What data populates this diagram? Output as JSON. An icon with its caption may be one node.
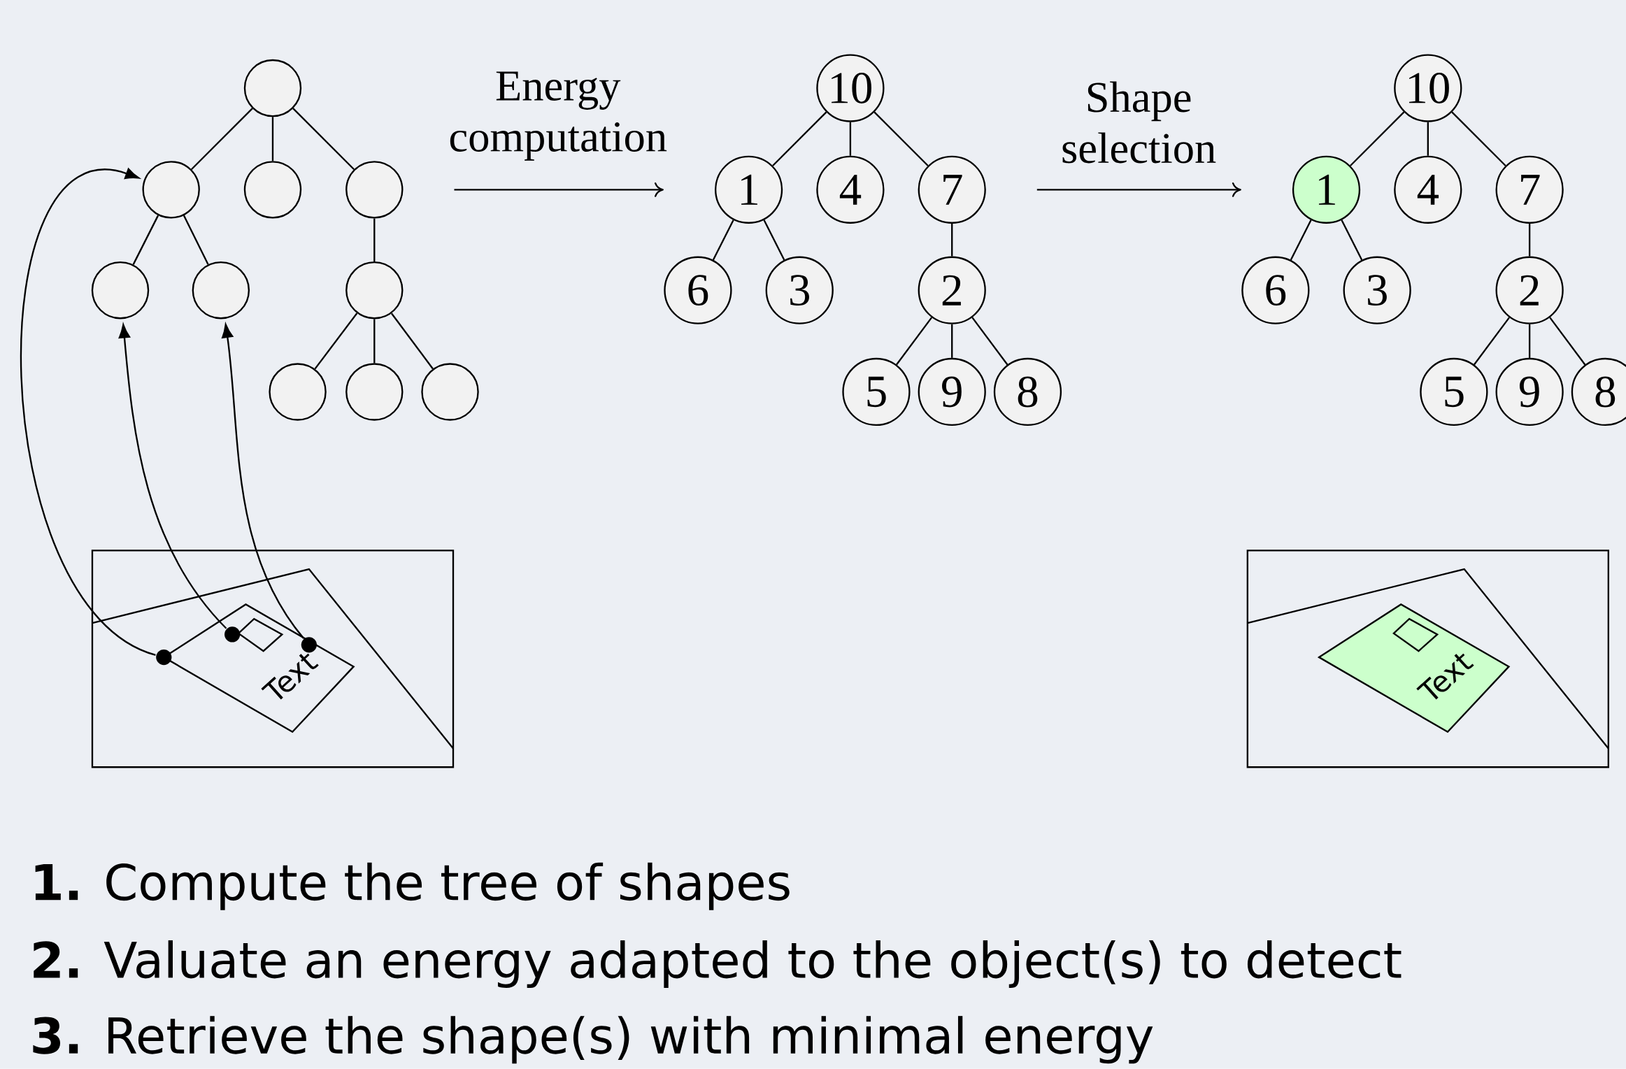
{
  "diagram": {
    "nodes": [
      {
        "text": [],
        "shape": "circle"
      },
      {
        "text": [],
        "shape": "circle"
      },
      {
        "text": [],
        "shape": "circle"
      },
      {
        "text": [],
        "shape": "circle"
      },
      {
        "text": [],
        "shape": "circle"
      },
      {
        "text": [],
        "shape": "circle"
      },
      {
        "text": [],
        "shape": "circle"
      },
      {
        "text": [],
        "shape": "circle"
      },
      {
        "text": [],
        "shape": "circle"
      },
      {
        "text": [],
        "shape": "circle"
      },
      {
        "text": [
          "10"
        ]
      },
      {
        "text": [
          "1"
        ]
      },
      {
        "text": [
          "4"
        ]
      },
      {
        "text": [
          "7"
        ]
      },
      {
        "text": [
          "6"
        ]
      },
      {
        "text": [
          "3"
        ]
      },
      {
        "text": [
          "2"
        ]
      },
      {
        "text": [
          "5"
        ]
      },
      {
        "text": [
          "9"
        ]
      },
      {
        "text": [
          "8"
        ]
      },
      {
        "text": [
          "10"
        ]
      },
      {
        "text": [
          "1"
        ]
      },
      {
        "text": [
          "4"
        ]
      },
      {
        "text": [
          "7"
        ]
      },
      {
        "text": [
          "6"
        ]
      },
      {
        "text": [
          "3"
        ]
      },
      {
        "text": [
          "2"
        ]
      },
      {
        "text": [
          "5"
        ]
      },
      {
        "text": [
          "9"
        ]
      },
      {
        "text": [
          "8"
        ]
      },
      {
        "text": [],
        "shape": "dot"
      },
      {
        "text": [],
        "shape": "dot"
      },
      {
        "text": [],
        "shape": "dot"
      }
    ],
    "edges": [
      {
        "from": 0,
        "to": 1,
        "arrow": "none"
      },
      {
        "from": 0,
        "to": 2,
        "arrow": "none"
      },
      {
        "from": 0,
        "to": 3,
        "arrow": "none"
      },
      {
        "from": 1,
        "to": 4,
        "arrow": "none"
      },
      {
        "from": 1,
        "to": 5,
        "arrow": "none"
      },
      {
        "from": 3,
        "to": 6,
        "arrow": "none"
      },
      {
        "from": 6,
        "to": 7,
        "arrow": "none"
      },
      {
        "from": 6,
        "to": 8,
        "arrow": "none"
      },
      {
        "from": 6,
        "to": 9,
        "arrow": "none"
      },
      {
        "from": 10,
        "to": 11,
        "arrow": "none"
      },
      {
        "from": 10,
        "to": 12,
        "arrow": "none"
      },
      {
        "from": 10,
        "to": 13,
        "arrow": "none"
      },
      {
        "from": 11,
        "to": 14,
        "arrow": "none"
      },
      {
        "from": 11,
        "to": 15,
        "arrow": "none"
      },
      {
        "from": 13,
        "to": 16,
        "arrow": "none"
      },
      {
        "from": 16,
        "to": 17,
        "arrow": "none"
      },
      {
        "from": 16,
        "to": 18,
        "arrow": "none"
      },
      {
        "from": 16,
        "to": 19,
        "arrow": "none"
      },
      {
        "from": 20,
        "to": 21,
        "arrow": "none"
      },
      {
        "from": 20,
        "to": 22,
        "arrow": "none"
      },
      {
        "from": 20,
        "to": 23,
        "arrow": "none"
      },
      {
        "from": 21,
        "to": 24,
        "arrow": "none"
      },
      {
        "from": 21,
        "to": 25,
        "arrow": "none"
      },
      {
        "from": 23,
        "to": 26,
        "arrow": "none"
      },
      {
        "from": 26,
        "to": 27,
        "arrow": "none"
      },
      {
        "from": 26,
        "to": 28,
        "arrow": "none"
      },
      {
        "from": 26,
        "to": 29,
        "arrow": "none"
      },
      {
        "from": 30,
        "to": 1,
        "arrow": "to"
      },
      {
        "from": 31,
        "to": 4,
        "arrow": "to"
      },
      {
        "from": 32,
        "to": 5,
        "arrow": "to"
      }
    ],
    "labels": [
      "Energy computation",
      "Shape selection",
      "Text",
      "Text",
      "**1.** Compute the tree of shapes",
      "**2.** Valuate an energy adapted to the object(s) to detect",
      "**3.** Retrieve the shape(s) with minimal energy"
    ]
  }
}
